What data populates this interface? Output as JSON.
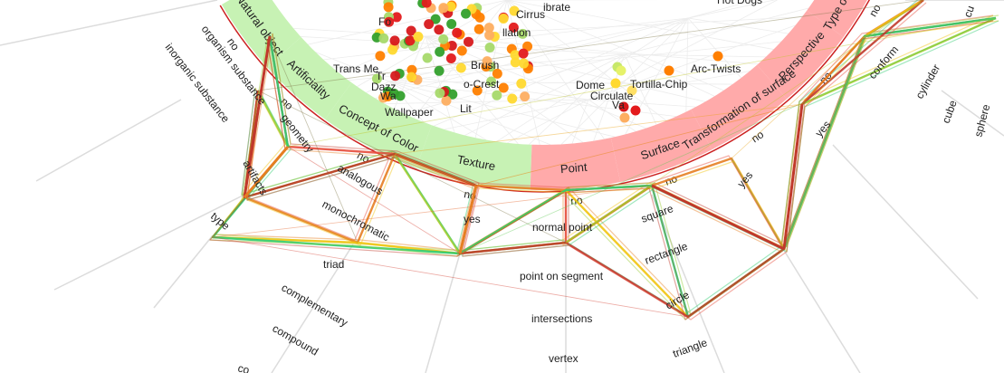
{
  "colors": {
    "green_band": "#c7f2b4",
    "red_band": "#ffaaaa",
    "grid_line": "#d6d6d6",
    "web_line": "#ececec",
    "ribbon_palette": [
      "#c0392b",
      "#e74c3c",
      "#e67e22",
      "#f1c40f",
      "#9acd32",
      "#2ecc71"
    ]
  },
  "band_segments": [
    {
      "label": "Natural object",
      "no_label": "no",
      "color": "green"
    },
    {
      "label": "Artificiality",
      "no_label": "no",
      "color": "green"
    },
    {
      "label": "Concept of Color",
      "no_label": "no",
      "color": "green"
    },
    {
      "label": "Texture",
      "no_label": "no",
      "color": "green"
    },
    {
      "label": "Point",
      "no_label": "no",
      "color": "red"
    },
    {
      "label": "Surface",
      "no_label": "no",
      "color": "red"
    },
    {
      "label": "Transformation of surface",
      "no_label": "no",
      "color": "red"
    },
    {
      "label": "Perspective",
      "no_label": "no",
      "color": "red"
    },
    {
      "label": "Type of Volume",
      "no_label": "no",
      "color": "red"
    }
  ],
  "axis_labels": [
    {
      "text": "inorganic substance"
    },
    {
      "text": "organism substance"
    },
    {
      "text": "geometry"
    },
    {
      "text": "artifacts"
    },
    {
      "text": "type"
    },
    {
      "text": "analogous"
    },
    {
      "text": "monochromatic"
    },
    {
      "text": "triad"
    },
    {
      "text": "complementary"
    },
    {
      "text": "compound"
    },
    {
      "text": "co"
    },
    {
      "text": "yes"
    },
    {
      "text": "normal point"
    },
    {
      "text": "point on segment"
    },
    {
      "text": "intersections"
    },
    {
      "text": "vertex"
    },
    {
      "text": "square"
    },
    {
      "text": "rectangle"
    },
    {
      "text": "circle"
    },
    {
      "text": "triangle"
    },
    {
      "text": "yes"
    },
    {
      "text": "yes"
    },
    {
      "text": "conform"
    },
    {
      "text": "cylinder"
    },
    {
      "text": "cube"
    },
    {
      "text": "sphere"
    },
    {
      "text": "cu"
    }
  ],
  "dot_labels": [
    "Fo",
    "Trans Me",
    "Dazz",
    "Wa",
    "Tr",
    "Wallpaper",
    "Lit",
    "o-Crest",
    "Brush",
    "llation",
    "Cirrus",
    "ibrate",
    "Hot Dogs",
    "Arc-Twists",
    "Circulate",
    "Dome",
    "Va",
    "Tortilla-Chip"
  ]
}
